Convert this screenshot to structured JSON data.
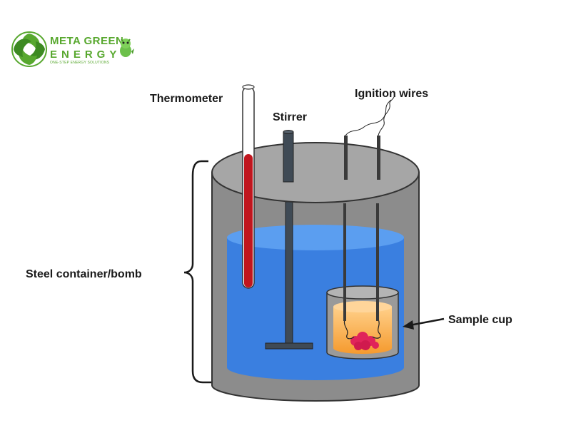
{
  "logo": {
    "name_line1": "META GREEN",
    "name_line2": "ENERGY",
    "tagline": "ONE-STEP ENERGY SOLUTIONS"
  },
  "labels": {
    "thermometer": "Thermometer",
    "stirrer": "Stirrer",
    "ignition_wires": "Ignition wires",
    "steel_container": "Steel container/bomb",
    "sample_cup": "Sample cup"
  },
  "colors": {
    "brand_green": "#58a82f",
    "steel": "#8c8c8c",
    "lid": "#a6a6a6",
    "water": "#3a7fe0",
    "water_top": "#5b9ef0",
    "mercury": "#c0161e",
    "sample_fill": "#f7a94a",
    "sample": "#e0245a"
  },
  "icons": {
    "logo_mark": "swirl-logo-icon",
    "mascot": "dragon-mascot-icon"
  }
}
